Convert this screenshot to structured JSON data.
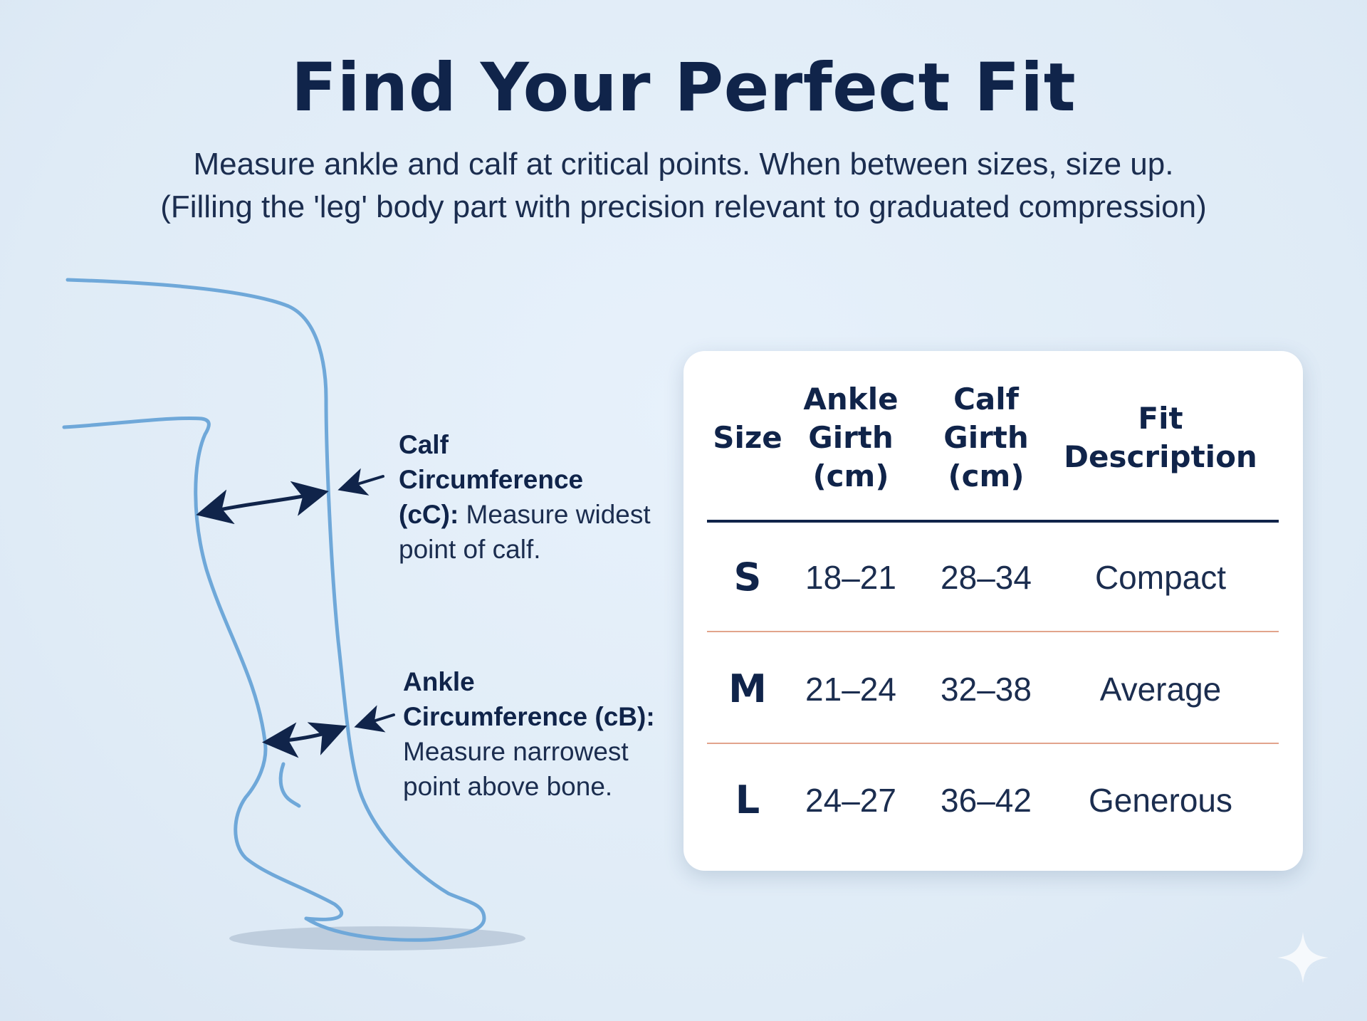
{
  "header": {
    "title": "Find Your Perfect Fit",
    "subtitle_line1": "Measure ankle and calf at critical points. When between sizes, size up.",
    "subtitle_line2": "(Filling the 'leg' body part with precision relevant to graduated compression)"
  },
  "annotations": {
    "calf": {
      "label": "Calf Circumference (cC):",
      "label_line1": "Calf",
      "label_line2": "Circumference",
      "label_line3": "(cC):",
      "desc_line1": " Measure widest",
      "desc_line2": "point of calf."
    },
    "ankle": {
      "label_line1": "Ankle",
      "label_line2": "Circumference (cB):",
      "desc_line1": "Measure narrowest",
      "desc_line2": "point above bone."
    }
  },
  "size_table": {
    "headers": {
      "size": "Size",
      "ankle_l1": "Ankle",
      "ankle_l2": "Girth",
      "ankle_l3": "(cm)",
      "calf_l1": "Calf",
      "calf_l2": "Girth",
      "calf_l3": "(cm)",
      "fit_l1": "Fit",
      "fit_l2": "Description"
    },
    "rows": [
      {
        "size": "S",
        "ankle": "18–21",
        "calf": "28–34",
        "fit": "Compact"
      },
      {
        "size": "M",
        "ankle": "21–24",
        "calf": "32–38",
        "fit": "Average"
      },
      {
        "size": "L",
        "ankle": "24–27",
        "calf": "36–42",
        "fit": "Generous"
      }
    ]
  },
  "colors": {
    "background": "#e3eef8",
    "navy": "#10244a",
    "leg_outline": "#6fa8d9",
    "row_divider": "#e2a48c"
  }
}
